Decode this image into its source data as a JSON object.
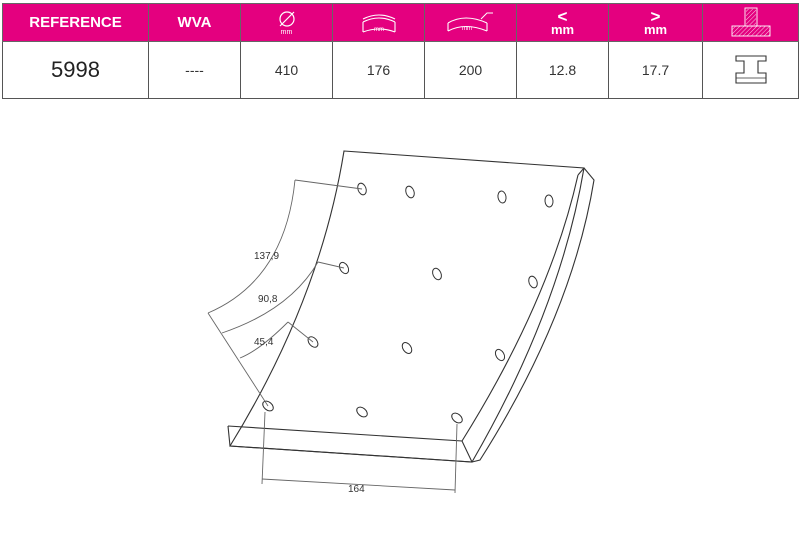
{
  "table": {
    "headers": {
      "reference": "REFERENCE",
      "wva": "WVA",
      "diameter_unit": "mm",
      "width_unit": "mm",
      "length_unit": "mm",
      "min_symbol": "<",
      "min_unit": "mm",
      "max_symbol": ">",
      "max_unit": "mm"
    },
    "values": {
      "reference": "5998",
      "wva": "----",
      "diameter": "410",
      "width": "176",
      "length": "200",
      "min_thickness": "12.8",
      "max_thickness": "17.7"
    }
  },
  "drawing": {
    "dimensions": {
      "d1": "137,9",
      "d2": "90,8",
      "d3": "45,4",
      "d4": "164"
    }
  },
  "colors": {
    "header_bg": "#e4007f",
    "line": "#333333"
  }
}
